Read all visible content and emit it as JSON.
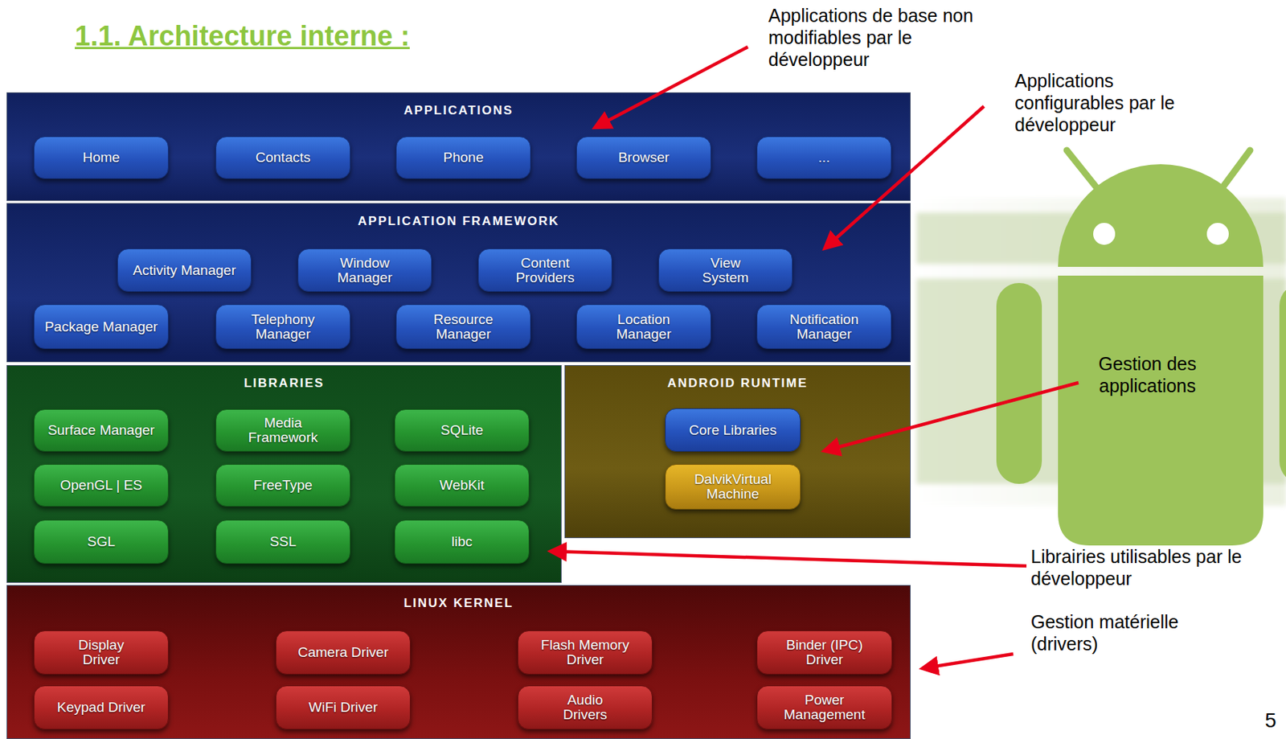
{
  "diagram": {
    "title": "1.1. Architecture interne :",
    "nodes": [
      {
        "text": [
          "APPLICATIONS"
        ]
      },
      {
        "text": [
          "Home"
        ],
        "in": 0
      },
      {
        "text": [
          "Contacts"
        ],
        "in": 0
      },
      {
        "text": [
          "Phone"
        ],
        "in": 0
      },
      {
        "text": [
          "Browser"
        ],
        "in": 0
      },
      {
        "text": [
          "..."
        ],
        "in": 0
      },
      {
        "text": [
          "APPLICATION FRAMEWORK"
        ]
      },
      {
        "text": [
          "Activity Manager"
        ],
        "in": 6
      },
      {
        "text": [
          "Window Manager"
        ],
        "in": 6
      },
      {
        "text": [
          "Content Providers"
        ],
        "in": 6
      },
      {
        "text": [
          "View System"
        ],
        "in": 6
      },
      {
        "text": [
          "Package Manager"
        ],
        "in": 6
      },
      {
        "text": [
          "Telephony Manager"
        ],
        "in": 6
      },
      {
        "text": [
          "Resource Manager"
        ],
        "in": 6
      },
      {
        "text": [
          "Location Manager"
        ],
        "in": 6
      },
      {
        "text": [
          "Notification Manager"
        ],
        "in": 6
      },
      {
        "text": [
          "LIBRARIES"
        ]
      },
      {
        "text": [
          "Surface Manager"
        ],
        "in": 16
      },
      {
        "text": [
          "Media Framework"
        ],
        "in": 16
      },
      {
        "text": [
          "SQLite"
        ],
        "in": 16
      },
      {
        "text": [
          "OpenGL | ES"
        ],
        "in": 16
      },
      {
        "text": [
          "FreeType"
        ],
        "in": 16
      },
      {
        "text": [
          "WebKit"
        ],
        "in": 16
      },
      {
        "text": [
          "SGL"
        ],
        "in": 16
      },
      {
        "text": [
          "SSL"
        ],
        "in": 16
      },
      {
        "text": [
          "libc"
        ],
        "in": 16
      },
      {
        "text": [
          "ANDROID RUNTIME"
        ]
      },
      {
        "text": [
          "Core Libraries"
        ],
        "in": 26
      },
      {
        "text": [
          "DalvikVirtual Machine"
        ],
        "in": 26
      },
      {
        "text": [
          "LINUX KERNEL"
        ]
      },
      {
        "text": [
          "Display Driver"
        ],
        "in": 29
      },
      {
        "text": [
          "Camera Driver"
        ],
        "in": 29
      },
      {
        "text": [
          "Flash Memory Driver"
        ],
        "in": 29
      },
      {
        "text": [
          "Binder (IPC) Driver"
        ],
        "in": 29
      },
      {
        "text": [
          "Keypad Driver"
        ],
        "in": 29
      },
      {
        "text": [
          "WiFi Driver"
        ],
        "in": 29
      },
      {
        "text": [
          "Audio Drivers"
        ],
        "in": 29
      },
      {
        "text": [
          "Power Management"
        ],
        "in": 29
      }
    ],
    "labels": [
      "Applications de base non modifiables par le développeur",
      "Applications configurables par le développeur",
      "Gestion des applications",
      "Librairies utilisables par le développeur",
      "Gestion matérielle (drivers)",
      "5"
    ]
  }
}
